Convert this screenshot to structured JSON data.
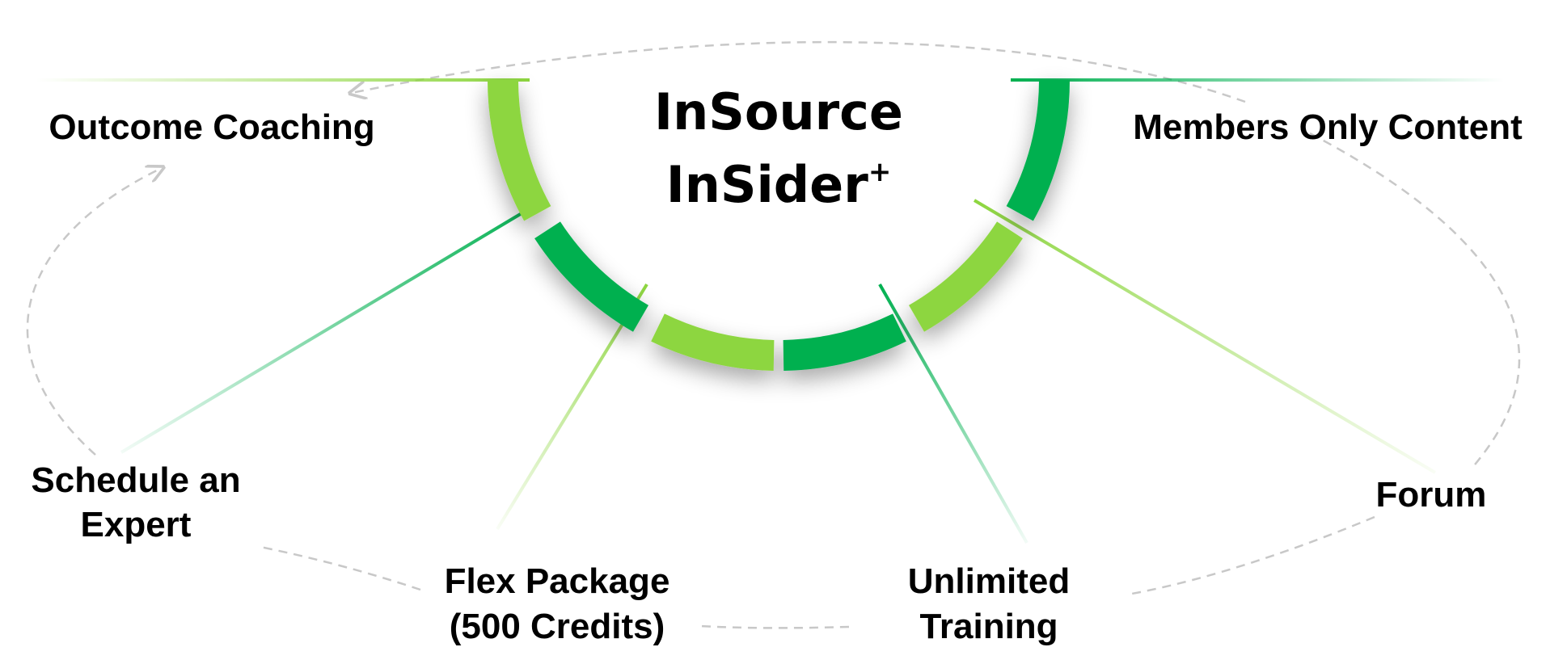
{
  "title": {
    "line1": "InSource",
    "line2": "InSider",
    "superscript": "+"
  },
  "features": [
    {
      "line1": "Outcome Coaching",
      "line2": ""
    },
    {
      "line1": "Members Only Content",
      "line2": ""
    },
    {
      "line1": "Schedule an",
      "line2": "Expert"
    },
    {
      "line1": "Flex Package",
      "line2": "(500 Credits)"
    },
    {
      "line1": "Unlimited",
      "line2": "Training"
    },
    {
      "line1": "Forum",
      "line2": ""
    }
  ],
  "colors": {
    "light_green": "#8DD63F",
    "dark_green": "#00B050",
    "dashed_cycle": "#C8C8C8",
    "text": "#000000"
  }
}
